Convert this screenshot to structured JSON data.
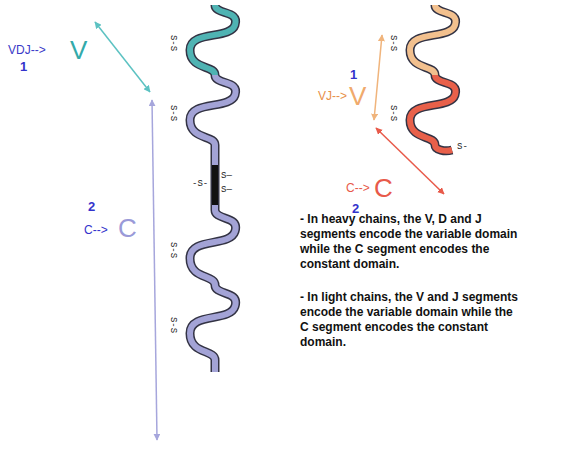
{
  "diagram": {
    "labels": [
      "VDJ-->",
      "V",
      "1",
      "S-S",
      "S-S",
      "-S-",
      "S—",
      "S—",
      "2",
      "C-->",
      "C",
      "S-S",
      "S-S",
      "1",
      "VJ-->",
      "V",
      "S-S",
      "S-S",
      "S-",
      "C-->",
      "C",
      "2",
      "- In heavy chains, the V, D and J segments encode the variable domain while the C segment encodes the constant domain.",
      "- In light chains, the V and J segments encode the variable domain while the C segment encodes the constant domain."
    ]
  }
}
